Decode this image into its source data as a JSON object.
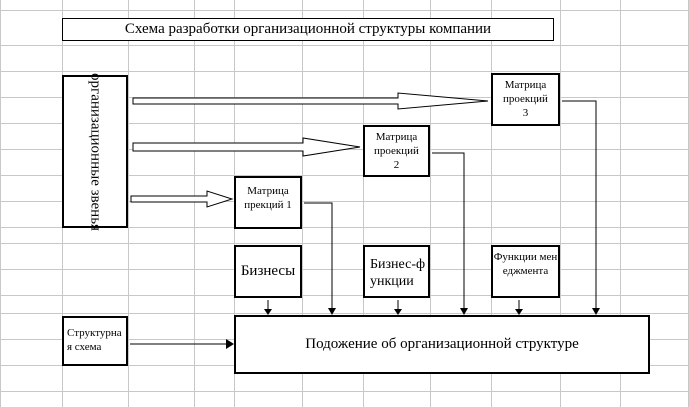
{
  "title": "Схема разработки организационной структуры компании",
  "org_units": "организационные звенья",
  "matrix3": [
    "Матрица",
    "проекций",
    "3"
  ],
  "matrix2": [
    "Матрица",
    "проекций",
    "2"
  ],
  "matrix1": [
    "Матрица",
    "прекций 1"
  ],
  "business": "Бизнесы",
  "business_functions": "Бизнес-функции",
  "management_functions": "Функции менеджмента",
  "structure_scheme": "Структурная схема",
  "org_regulation": "Подожение об организационной структуре",
  "colors": {
    "grid": "#c0c0c0",
    "line": "#000000",
    "background": "#ffffff"
  }
}
